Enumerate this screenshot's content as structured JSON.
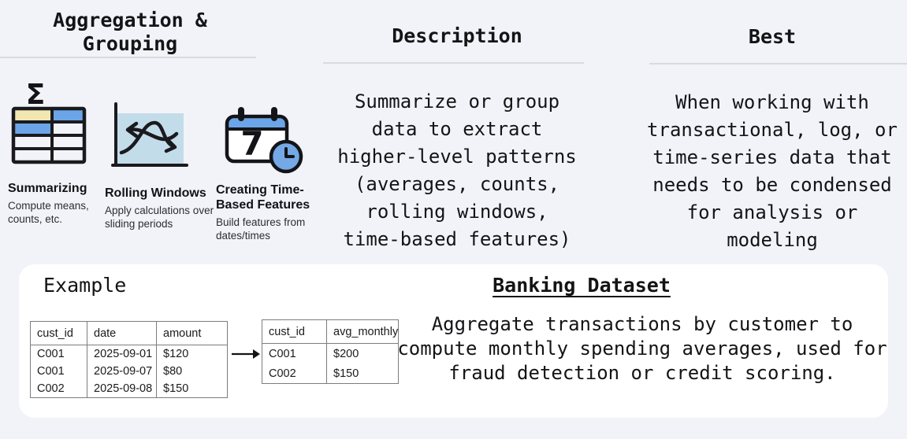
{
  "header": {
    "col1": "Aggregation & Grouping",
    "col2": "Description",
    "col3": "Best"
  },
  "aggregation": {
    "sigma_glyph": "Σ",
    "calendar_day": "7",
    "methods": [
      {
        "name": "Summarizing",
        "desc": "Compute means, counts, etc."
      },
      {
        "name": "Rolling Windows",
        "desc": "Apply calculations over sliding periods"
      },
      {
        "name": "Creating Time-Based Features",
        "desc": "Build features from dates/times"
      }
    ]
  },
  "description": {
    "lines": [
      "Summarize or group",
      "data to extract",
      "higher-level patterns",
      "(averages, counts,",
      "rolling windows,",
      "time-based features)"
    ]
  },
  "best": {
    "lines": [
      "When working with",
      "transactional, log, or",
      "time-series data that",
      "needs to be condensed",
      "for analysis or",
      "modeling"
    ]
  },
  "example": {
    "label": "Example",
    "dataset_title": "Banking Dataset",
    "body_lines": [
      "Aggregate transactions by customer to",
      "compute monthly spending averages, used for",
      "fraud detection or credit scoring."
    ],
    "input_table": {
      "headers": [
        "cust_id",
        "date",
        "amount"
      ],
      "rows": [
        [
          "C001",
          "2025-09-01",
          "$120"
        ],
        [
          "C001",
          "2025-09-07",
          "$80"
        ],
        [
          "C002",
          "2025-09-08",
          "$150"
        ]
      ]
    },
    "output_table": {
      "headers": [
        "cust_id",
        "avg_monthly"
      ],
      "rows": [
        [
          "C001",
          "$200"
        ],
        [
          "C002",
          "$150"
        ]
      ]
    }
  },
  "colors": {
    "background": "#f2f3f8",
    "card": "#ffffff",
    "ink": "#141417",
    "divider": "#d9dadf",
    "icon_blue": "#6ba5e7",
    "icon_cream": "#f2e6b2",
    "icon_light_blue": "#c3dcea",
    "table_border": "#7d7d7d"
  }
}
